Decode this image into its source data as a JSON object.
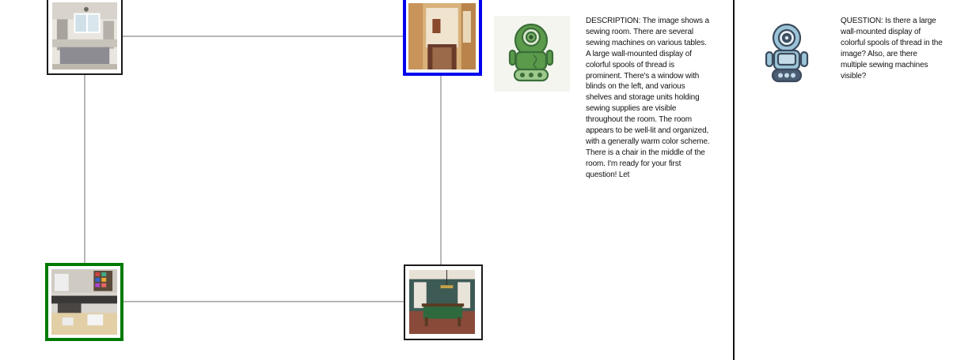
{
  "graph": {
    "nodes": [
      {
        "id": "top-left",
        "scene": "kitchen",
        "state": "default",
        "border_color": "#1a1a1a"
      },
      {
        "id": "top-right",
        "scene": "hallway",
        "state": "selected",
        "border_color": "#0000ee"
      },
      {
        "id": "bottom-left",
        "scene": "sewing room",
        "state": "target",
        "border_color": "#007a00"
      },
      {
        "id": "bottom-right",
        "scene": "billiard room",
        "state": "default",
        "border_color": "#1a1a1a"
      }
    ],
    "edge_color": "#8a8a8a"
  },
  "answerer": {
    "avatar": "green-robot-icon",
    "avatar_color": "#5b9a4a",
    "avatar_bg": "#f3f5ee",
    "text": "DESCRIPTION: The image shows a sewing room. There are several sewing machines on various tables. A large wall-mounted display of colorful spools of thread is prominent. There's a window with blinds on the left, and various shelves and storage units holding sewing supplies are visible throughout the room. The room appears to be well-lit and organized, with a generally warm color scheme. There is a chair in the middle of the room.   I'm ready for your first question! Let"
  },
  "questioner": {
    "avatar": "blue-robot-icon",
    "avatar_color": "#9cc4d8",
    "text": "QUESTION: Is there a large wall-mounted display of colorful spools of thread in the image? Also, are there multiple sewing machines visible?"
  }
}
